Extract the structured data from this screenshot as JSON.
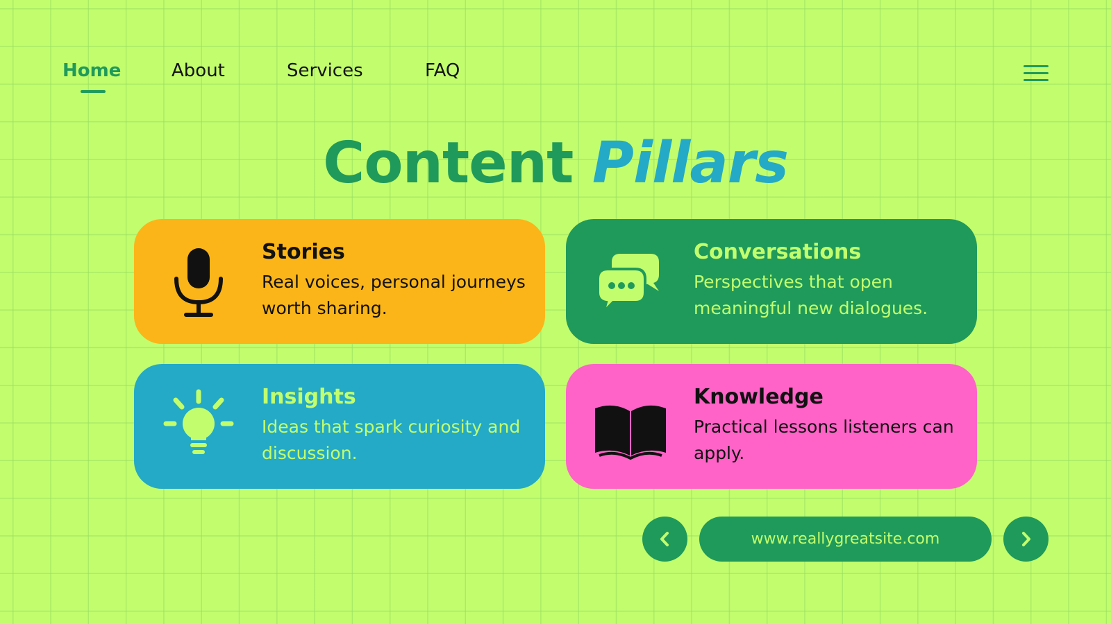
{
  "nav": {
    "items": [
      {
        "label": "Home",
        "active": true
      },
      {
        "label": "About",
        "active": false
      },
      {
        "label": "Services",
        "active": false
      },
      {
        "label": "FAQ",
        "active": false
      }
    ],
    "menu_icon": "hamburger-menu-icon"
  },
  "title": {
    "part1": "Content",
    "part2": "Pillars"
  },
  "cards": [
    {
      "heading": "Stories",
      "description": "Real voices, personal journeys worth sharing.",
      "icon": "microphone-icon",
      "color": "#fbb518"
    },
    {
      "heading": "Conversations",
      "description": "Perspectives that open meaningful new dialogues.",
      "icon": "chat-bubbles-icon",
      "color": "#1f9a5a"
    },
    {
      "heading": "Insights",
      "description": "Ideas that spark curiosity and discussion.",
      "icon": "lightbulb-icon",
      "color": "#24aac6"
    },
    {
      "heading": "Knowledge",
      "description": "Practical lessons listeners can apply.",
      "icon": "open-book-icon",
      "color": "#ff63c8"
    }
  ],
  "footer": {
    "url": "www.reallygreatsite.com",
    "prev_icon": "chevron-left-icon",
    "next_icon": "chevron-right-icon"
  },
  "colors": {
    "background": "#c2fd6e",
    "primary_green": "#1f9a5a",
    "accent_blue": "#24aac6",
    "yellow": "#fbb518",
    "pink": "#ff63c8"
  }
}
